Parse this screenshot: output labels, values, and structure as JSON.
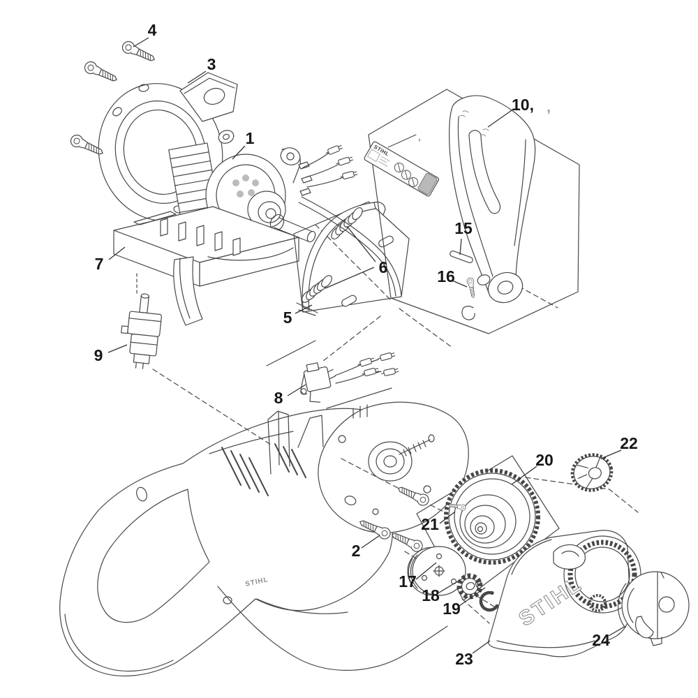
{
  "diagram": {
    "background": "#ffffff",
    "line_color": "#474747",
    "label_color": "#171717",
    "faint_mark_color": "#9a9a9a"
  },
  "brand": {
    "sticker": "STIHL",
    "cover": "STIHL",
    "housing": "STIHL"
  },
  "labels": {
    "p1": "1",
    "p2": "2",
    "p3": "3",
    "p4": "4",
    "p5": "5",
    "p6": "6",
    "p7": "7",
    "p8": "8",
    "p9": "9",
    "p10": "10,",
    "p15": "15",
    "p16": "16",
    "p17": "17",
    "p18": "18",
    "p19": "19",
    "p20": "20",
    "p21": "21",
    "p22": "22",
    "p23": "23",
    "p24": "24"
  },
  "stray": {
    "m1": ",",
    "m2": ","
  }
}
